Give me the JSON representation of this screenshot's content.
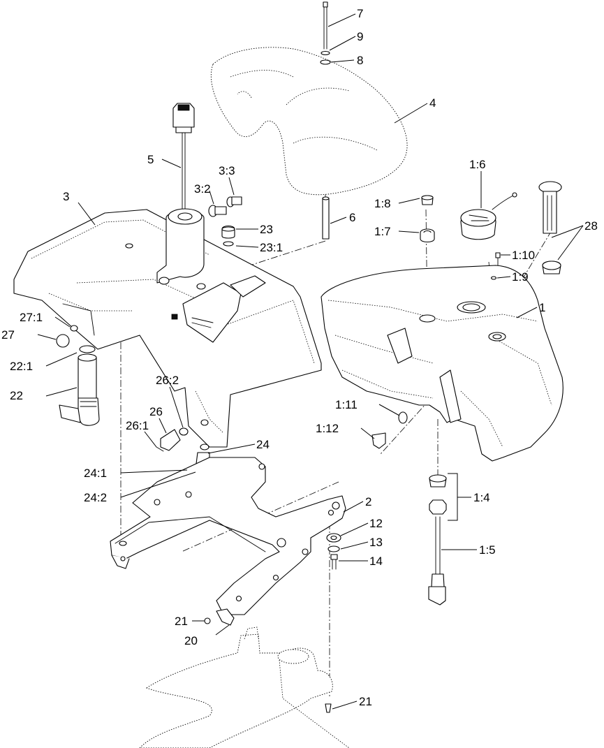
{
  "callouts": {
    "c1": "1",
    "c1_4": "1:4",
    "c1_5": "1:5",
    "c1_6": "1:6",
    "c1_7": "1:7",
    "c1_8": "1:8",
    "c1_9": "1:9",
    "c1_10": "1:10",
    "c1_11": "1:11",
    "c1_12": "1:12",
    "c2": "2",
    "c3": "3",
    "c3_2": "3:2",
    "c3_3": "3:3",
    "c4": "4",
    "c5": "5",
    "c6": "6",
    "c7": "7",
    "c8": "8",
    "c9": "9",
    "c12": "12",
    "c13": "13",
    "c14": "14",
    "c20": "20",
    "c21a": "21",
    "c21b": "21",
    "c22": "22",
    "c22_1": "22:1",
    "c23": "23",
    "c23_1": "23:1",
    "c24": "24",
    "c24_1": "24:1",
    "c24_2": "24:2",
    "c26": "26",
    "c26_1": "26:1",
    "c26_2": "26:2",
    "c27": "27",
    "c27_1": "27:1",
    "c28": "28"
  }
}
